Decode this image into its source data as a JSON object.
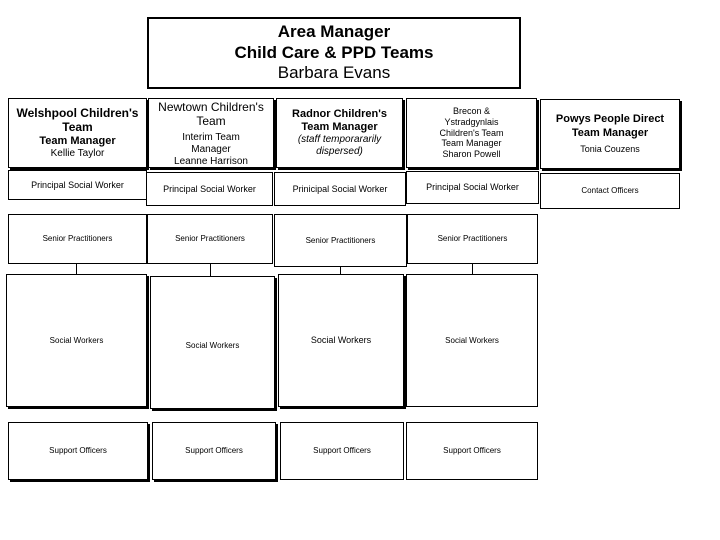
{
  "head": {
    "line1": "Area Manager",
    "line2": "Child Care & PPD Teams",
    "line3": "Barbara Evans"
  },
  "teams": [
    {
      "name": "Welshpool Children's Team",
      "role": "Team Manager",
      "person": "Kellie Taylor",
      "principal": "Principal Social Worker",
      "senior": "Senior Practitioners",
      "social": "Social Workers",
      "support": "Support Officers"
    },
    {
      "name": "Newtown Children's Team",
      "role": "Interim Team Manager",
      "person": "Leanne Harrison",
      "principal": "Principal Social Worker",
      "senior": "Senior Practitioners",
      "social": "Social Workers",
      "support": "Support Officers"
    },
    {
      "name": "Radnor Children's Team Manager",
      "role": "(staff temporararily dispersed)",
      "principal": "Prinicipal Social Worker",
      "senior": "Senior Practitioners",
      "social": "Social Workers",
      "support": "Support Officers"
    },
    {
      "name": "Brecon & Ystradgynlais Children's Team",
      "role": "Team Manager",
      "person": "Sharon Powell",
      "principal": "Principal Social Worker",
      "senior": "Senior Practitioners",
      "social": "Social Workers",
      "support": "Support Officers"
    },
    {
      "name": "Powys People Direct Team Manager",
      "person": "Tonia Couzens",
      "principal": "Contact Officers"
    }
  ]
}
